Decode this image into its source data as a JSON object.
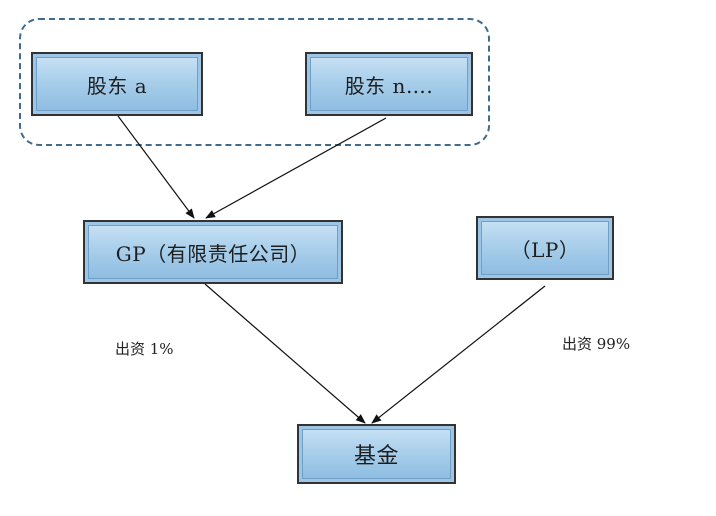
{
  "nodes": {
    "shareholder_a": "股东 a",
    "shareholder_n": "股东 n….",
    "gp": "GP（有限责任公司）",
    "lp": "（LP）",
    "fund": "基金"
  },
  "edge_labels": {
    "gp_to_fund": "出资 1%",
    "lp_to_fund": "出资 99%"
  },
  "colors": {
    "node_fill": "#a9cfeb",
    "group_border": "#3f6b8f",
    "arrow": "#111111"
  }
}
